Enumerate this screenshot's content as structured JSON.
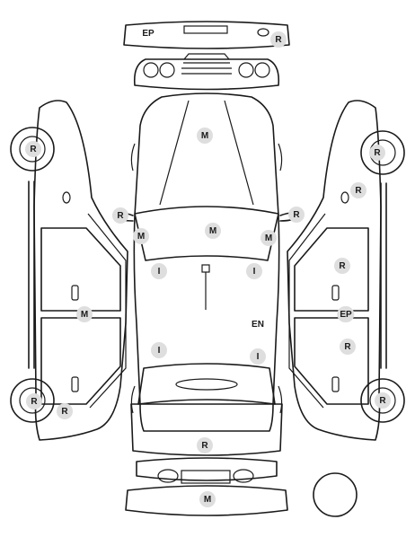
{
  "colors": {
    "line": "#1a1a1a",
    "marker_fill": "#dedede",
    "background": "#ffffff"
  },
  "markers": {
    "ep_top": "EP",
    "r_top": "R",
    "m_hood": "M",
    "r_left_front_wheel": "R",
    "r_right_front_wheel": "R",
    "r_right_side_top": "R",
    "r_mirror_left": "R",
    "r_mirror_right": "R",
    "m_pillar_left": "M",
    "m_windshield": "M",
    "m_pillar_right": "M",
    "i_front_left": "I",
    "i_front_right": "I",
    "m_left_side": "M",
    "r_right_front_door": "R",
    "ep_right_side": "EP",
    "en_roof": "EN",
    "i_rear_left": "I",
    "i_rear_right": "I",
    "r_right_rear_door": "R",
    "r_left_rear_wheel": "R",
    "r_left_rear_wheel_small": "R",
    "r_right_rear_wheel": "R",
    "r_trunk": "R",
    "m_rear_bumper": "M"
  }
}
